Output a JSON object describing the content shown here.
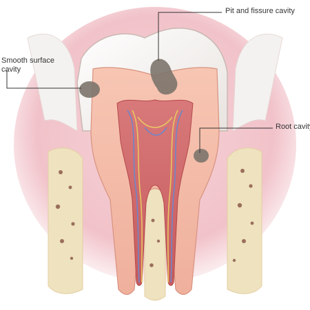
{
  "labels": {
    "pit": "Pit and fissure cavity",
    "smooth_line1": "Smooth surface",
    "smooth_line2": "cavity",
    "root": "Root cavity"
  },
  "colors": {
    "background": "#ffffff",
    "gum": "#f3c9cf",
    "enamel": "#f4f2f0",
    "dentin": "#f2b9a4",
    "pulp": "#c85a5e",
    "nerve_blue": "#6f86c8",
    "nerve_yellow": "#e9c763",
    "bone": "#efe2bf",
    "decay": "#7c746c",
    "leader_line": "#333333",
    "label_text": "#333333"
  },
  "icons": [
    "tooth-cross-section-illustration",
    "decay-spot-icon"
  ]
}
